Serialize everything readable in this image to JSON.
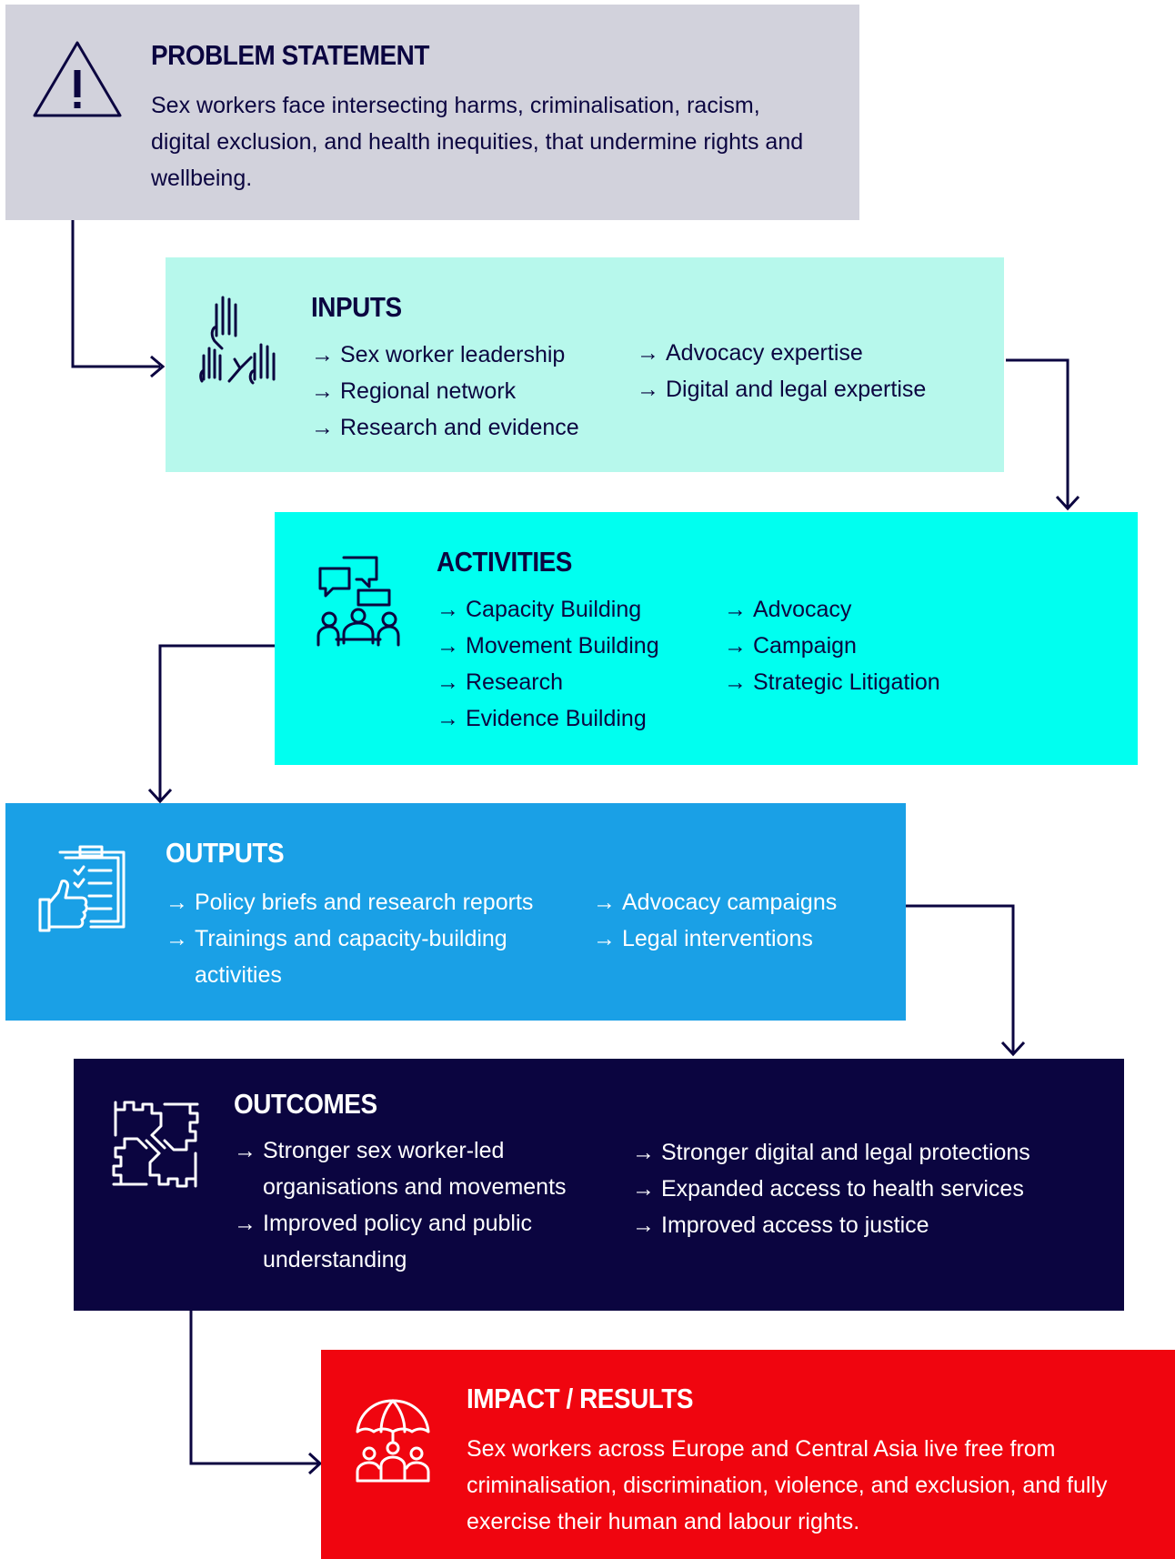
{
  "colors": {
    "navy": "#0b0540",
    "problem_bg": "#d2d2dc",
    "inputs_bg": "#b7f8ec",
    "activities_bg": "#00fff0",
    "outputs_bg": "#1aa0e6",
    "outcomes_bg": "#0b0540",
    "impact_bg": "#f0050f"
  },
  "arrow_glyph": "→",
  "problem": {
    "icon": "warning-triangle-icon",
    "title": "PROBLEM STATEMENT",
    "text": "Sex workers face intersecting harms, criminalisation, racism, digital exclusion, and health inequities, that undermine rights and wellbeing."
  },
  "inputs": {
    "icon": "raised-hands-icon",
    "title": "INPUTS",
    "left": [
      "Sex worker leadership",
      "Regional network",
      "Research and evidence"
    ],
    "right": [
      "Advocacy expertise",
      "Digital and legal expertise"
    ]
  },
  "activities": {
    "icon": "group-discussion-icon",
    "title": "ACTIVITIES",
    "left": [
      "Capacity Building",
      "Movement Building",
      "Research",
      "Evidence Building"
    ],
    "right": [
      "Advocacy",
      "Campaign",
      "Strategic Litigation"
    ]
  },
  "outputs": {
    "icon": "checklist-thumbs-up-icon",
    "title": "OUTPUTS",
    "left": [
      "Policy briefs and research reports",
      "Trainings and capacity-building activities"
    ],
    "right": [
      "Advocacy campaigns",
      "Legal interventions"
    ]
  },
  "outcomes": {
    "icon": "joined-hands-icon",
    "title": "OUTCOMES",
    "left": [
      "Stronger sex worker-led organisations and movements",
      "Improved policy and public understanding"
    ],
    "right": [
      "Stronger digital and legal protections",
      "Expanded access to health services",
      "Improved access to justice"
    ]
  },
  "impact": {
    "icon": "umbrella-people-icon",
    "title": "IMPACT / RESULTS",
    "text": "Sex workers across Europe and Central Asia live free from criminalisation, discrimination, violence, and exclusion, and fully exercise their human and labour rights."
  }
}
